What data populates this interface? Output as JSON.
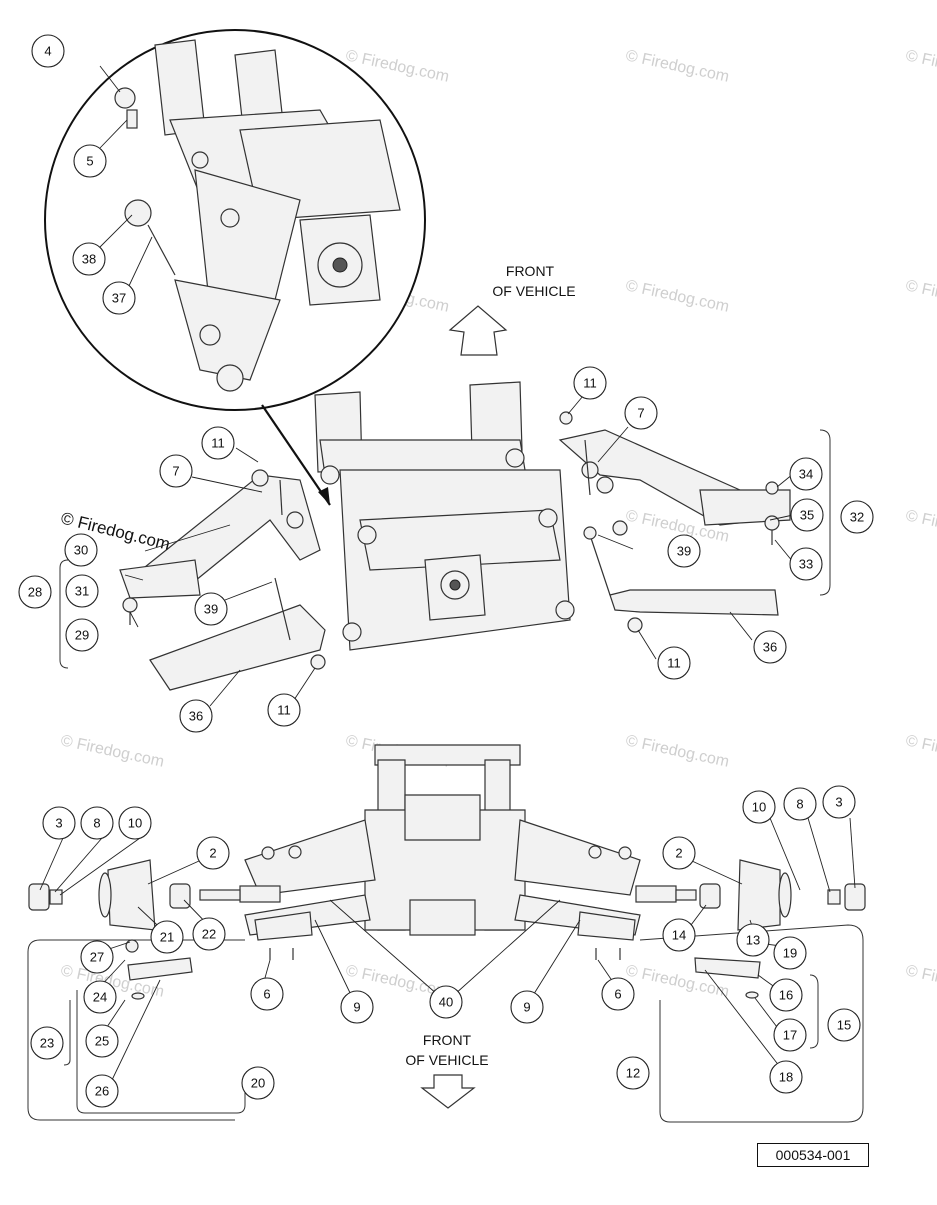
{
  "watermark": "© Firedog.com",
  "copyright": "© Firedog.com",
  "front_label_top": [
    "FRONT",
    "OF VEHICLE"
  ],
  "front_label_bottom": [
    "FRONT",
    "OF VEHICLE"
  ],
  "reference_number": "000534-001",
  "callouts": {
    "c4": "4",
    "c5": "5",
    "c38": "38",
    "c37": "37",
    "t11a": "11",
    "t7a": "7",
    "t34": "34",
    "t35": "35",
    "t32": "32",
    "t33": "33",
    "t39a": "39",
    "t36a": "36",
    "t11b": "11",
    "t11c": "11",
    "t7b": "7",
    "t30": "30",
    "t28": "28",
    "t31": "31",
    "t29": "29",
    "t39b": "39",
    "t36b": "36",
    "t11d": "11",
    "b3a": "3",
    "b8a": "8",
    "b10a": "10",
    "b2a": "2",
    "b27": "27",
    "b21": "21",
    "b22": "22",
    "b24": "24",
    "b6a": "6",
    "b9a": "9",
    "b40": "40",
    "b23": "23",
    "b25": "25",
    "b26": "26",
    "b20": "20",
    "b10b": "10",
    "b8b": "8",
    "b3b": "3",
    "b2b": "2",
    "b14": "14",
    "b13": "13",
    "b19": "19",
    "b16": "16",
    "b15": "15",
    "b17": "17",
    "b18": "18",
    "b12": "12",
    "b9b": "9",
    "b6b": "6"
  }
}
